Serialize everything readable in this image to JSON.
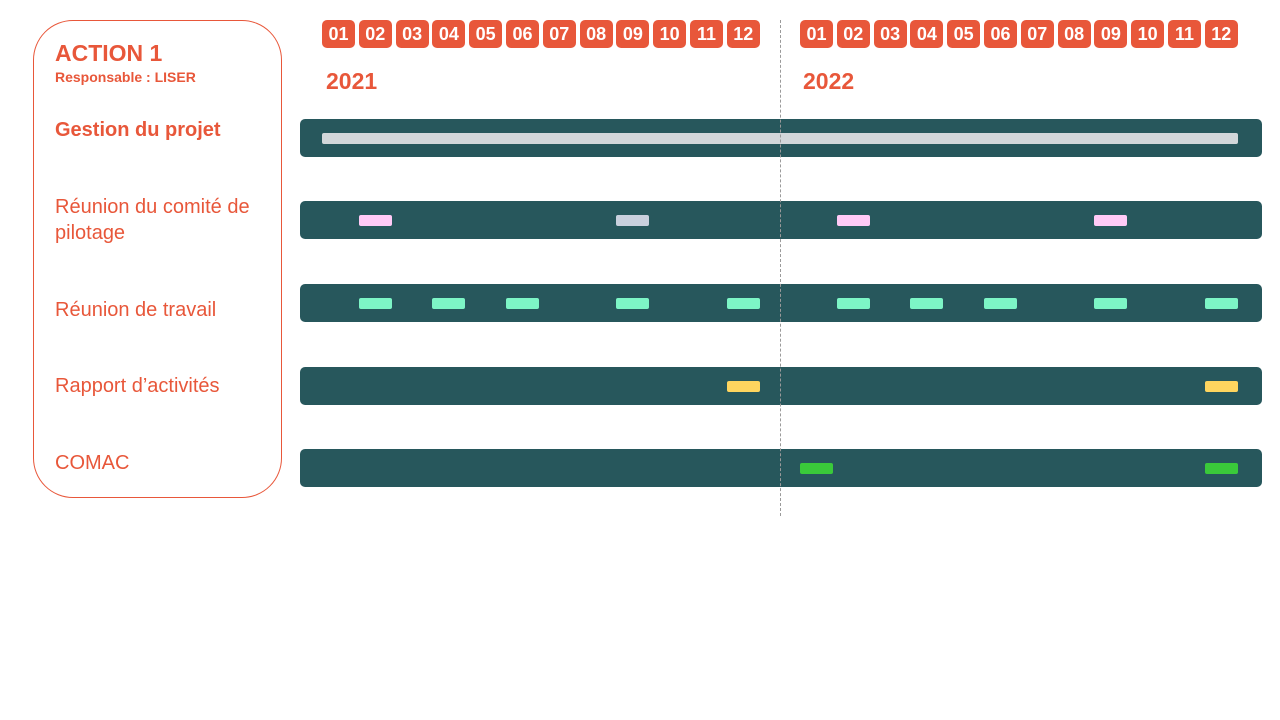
{
  "action": {
    "title": "ACTION 1",
    "responsable": "Responsable : LISER"
  },
  "years": [
    "2021",
    "2022"
  ],
  "months": [
    "01",
    "02",
    "03",
    "04",
    "05",
    "06",
    "07",
    "08",
    "09",
    "10",
    "11",
    "12"
  ],
  "colors": {
    "accent": "#e8573a",
    "track": "#27575c",
    "gestion": "#d3d7da",
    "pink": "#ffcaf6",
    "grey_blue": "#c9d0dd",
    "mint": "#7df5c6",
    "yellow": "#fed55f",
    "green": "#3ac93a"
  },
  "rows": [
    {
      "label": "Gestion du projet",
      "bold": true,
      "bars": [
        {
          "start": 1,
          "end": 24,
          "color": "#d3d7da"
        }
      ]
    },
    {
      "label": "Réunion du comité de pilotage",
      "bold": false,
      "bars": [
        {
          "month": 2,
          "color": "#ffcaf6"
        },
        {
          "month": 9,
          "color": "#c9d0dd"
        },
        {
          "month": 14,
          "color": "#ffcaf6"
        },
        {
          "month": 21,
          "color": "#ffcaf6"
        }
      ]
    },
    {
      "label": "Réunion de travail",
      "bold": false,
      "bars": [
        {
          "month": 2,
          "color": "#7df5c6"
        },
        {
          "month": 4,
          "color": "#7df5c6"
        },
        {
          "month": 6,
          "color": "#7df5c6"
        },
        {
          "month": 9,
          "color": "#7df5c6"
        },
        {
          "month": 12,
          "color": "#7df5c6"
        },
        {
          "month": 14,
          "color": "#7df5c6"
        },
        {
          "month": 16,
          "color": "#7df5c6"
        },
        {
          "month": 18,
          "color": "#7df5c6"
        },
        {
          "month": 21,
          "color": "#7df5c6"
        },
        {
          "month": 24,
          "color": "#7df5c6"
        }
      ]
    },
    {
      "label": "Rapport d’activités",
      "bold": false,
      "bars": [
        {
          "month": 12,
          "color": "#fed55f"
        },
        {
          "month": 24,
          "color": "#fed55f"
        }
      ]
    },
    {
      "label": "COMAC",
      "bold": false,
      "bars": [
        {
          "month": 13,
          "color": "#3ac93a"
        },
        {
          "month": 24,
          "color": "#3ac93a"
        }
      ]
    }
  ]
}
